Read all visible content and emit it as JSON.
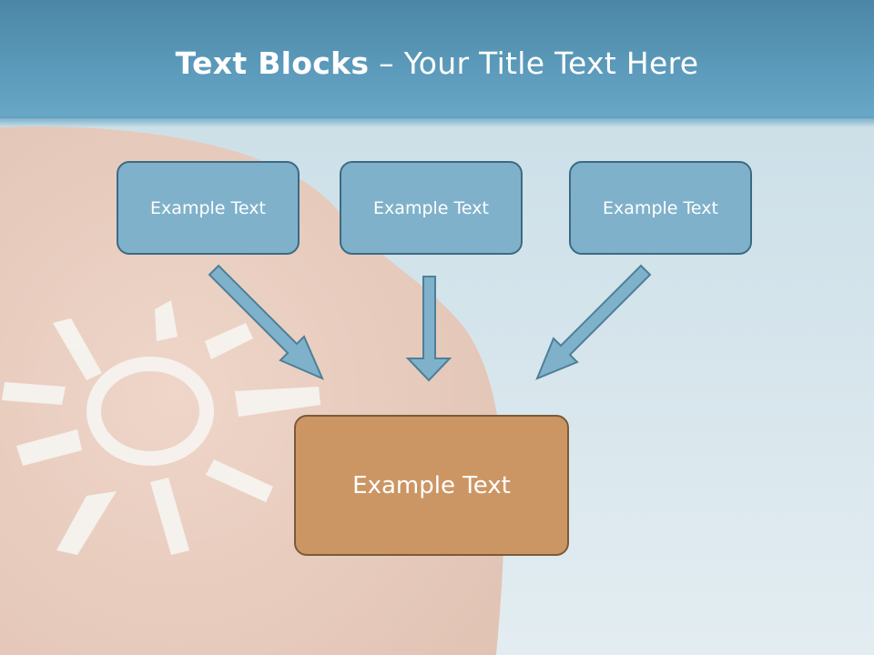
{
  "title": {
    "bold": "Text Blocks",
    "separator": " – ",
    "rest": "Your Title Text Here"
  },
  "boxes": [
    {
      "label": "Example Text"
    },
    {
      "label": "Example Text"
    },
    {
      "label": "Example Text"
    }
  ],
  "target": {
    "label": "Example Text"
  },
  "colors": {
    "title_bar": "#5c9bbb",
    "box_fill": "#7fb2ca",
    "box_border": "#3c6a83",
    "target_fill": "#cc9664",
    "arrow_fill": "#7fb2ca",
    "background_sea": "#dce8ee",
    "background_skin": "#e8cbbd"
  },
  "icons": {
    "arrows": "down-arrow-icon",
    "background_decoration": "sun-drawing-icon"
  }
}
